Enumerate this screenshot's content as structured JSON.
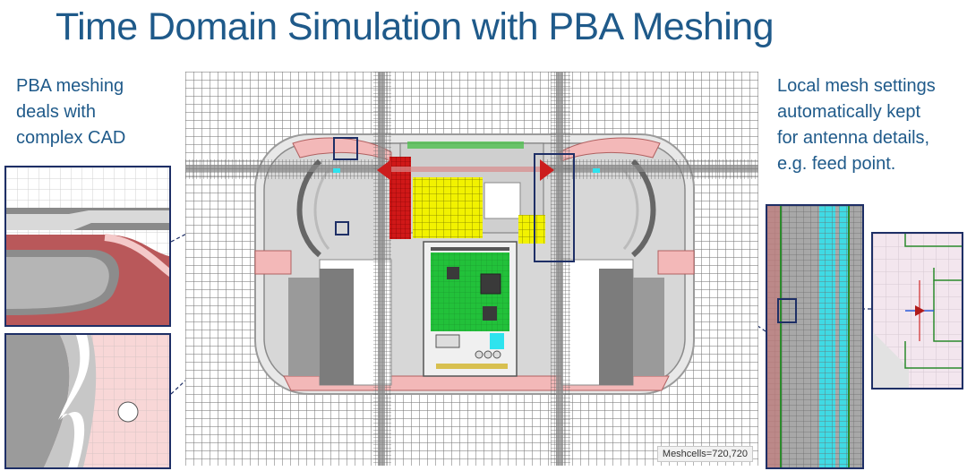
{
  "slide": {
    "title": "Time Domain Simulation with PBA Meshing",
    "left_caption_lines": [
      "PBA meshing",
      "deals with",
      "complex CAD"
    ],
    "right_caption_lines": [
      "Local mesh settings",
      "automatically kept",
      "for antenna details,",
      "e.g. feed point."
    ]
  },
  "viewport": {
    "status_text": "Meshcells=720,720"
  },
  "colors": {
    "title": "#1f5a8a",
    "frame": "#1e2f66",
    "pcb_green": "#22c13a",
    "highlight_yellow": "#f2f200",
    "port_red": "#cc1d1d",
    "mesh_cyan": "#2ee3ee",
    "housing_pink": "#f3b8b8",
    "housing_gray": "#9a9a9a"
  },
  "icons": {
    "port_arrow": "triangle-arrow-icon"
  }
}
